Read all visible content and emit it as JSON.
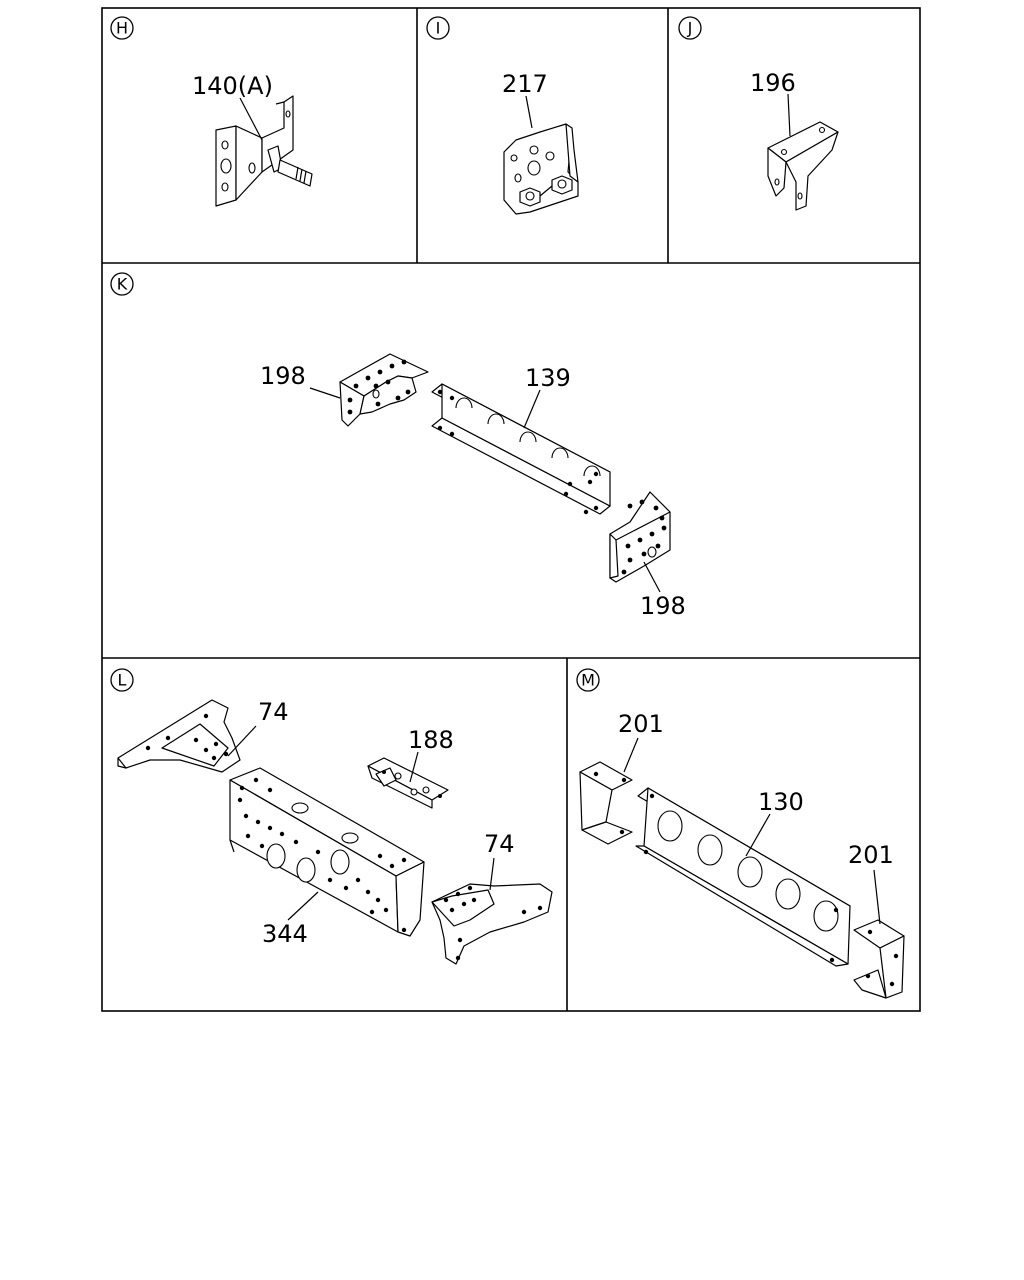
{
  "panels": {
    "H": {
      "letter": "H",
      "parts": [
        "140(A)"
      ]
    },
    "I": {
      "letter": "I",
      "parts": [
        "217"
      ]
    },
    "J": {
      "letter": "J",
      "parts": [
        "196"
      ]
    },
    "K": {
      "letter": "K",
      "parts": [
        "198",
        "139",
        "198"
      ]
    },
    "L": {
      "letter": "L",
      "parts": [
        "74",
        "188",
        "74",
        "344"
      ]
    },
    "M": {
      "letter": "M",
      "parts": [
        "201",
        "130",
        "201"
      ]
    }
  }
}
